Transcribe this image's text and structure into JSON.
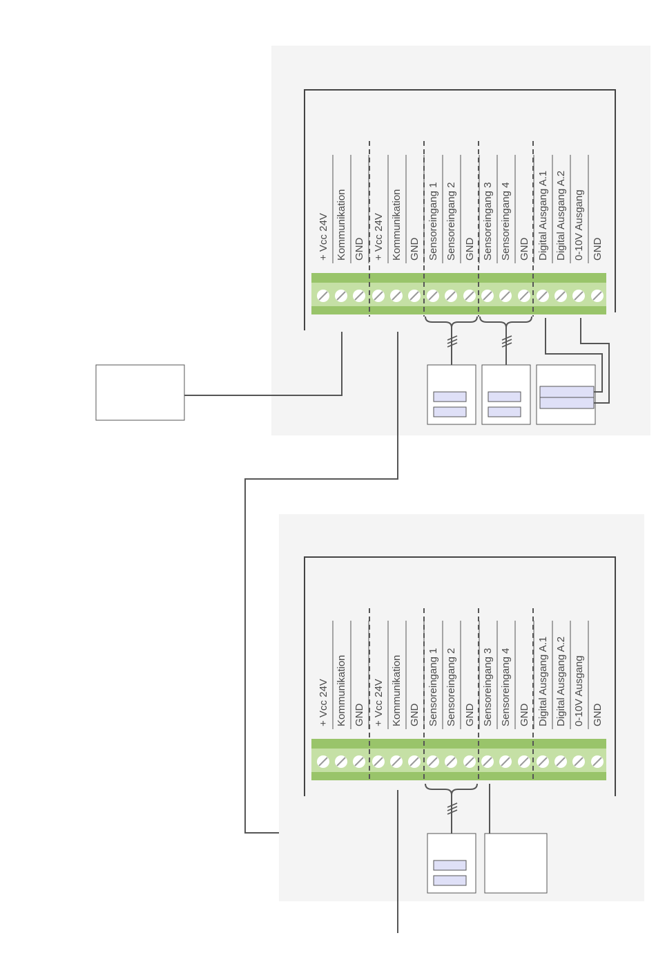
{
  "terminal_labels": [
    "+ Vcc 24V",
    "Kommunikation",
    "GND",
    "+ Vcc 24V",
    "Kommunikation",
    "GND",
    "Sensoreingang 1",
    "Sensoreingang 2",
    "GND",
    "Sensoreingang 3",
    "Sensoreingang 4",
    "GND",
    "Digital Ausgang A.1",
    "Digital Ausgang A.2",
    "0-10V Ausgang",
    "GND"
  ],
  "colors": {
    "panel_bg": "#f4f4f4",
    "terminal_strip": "#99c46a",
    "terminal_strip_light": "#c5e0a5",
    "screw": "#ffffff",
    "sensor_window": "#dfe0f7",
    "wire": "#555555"
  },
  "icons": [
    "screw-terminal-icon",
    "cable-break-icon",
    "brace-icon"
  ]
}
